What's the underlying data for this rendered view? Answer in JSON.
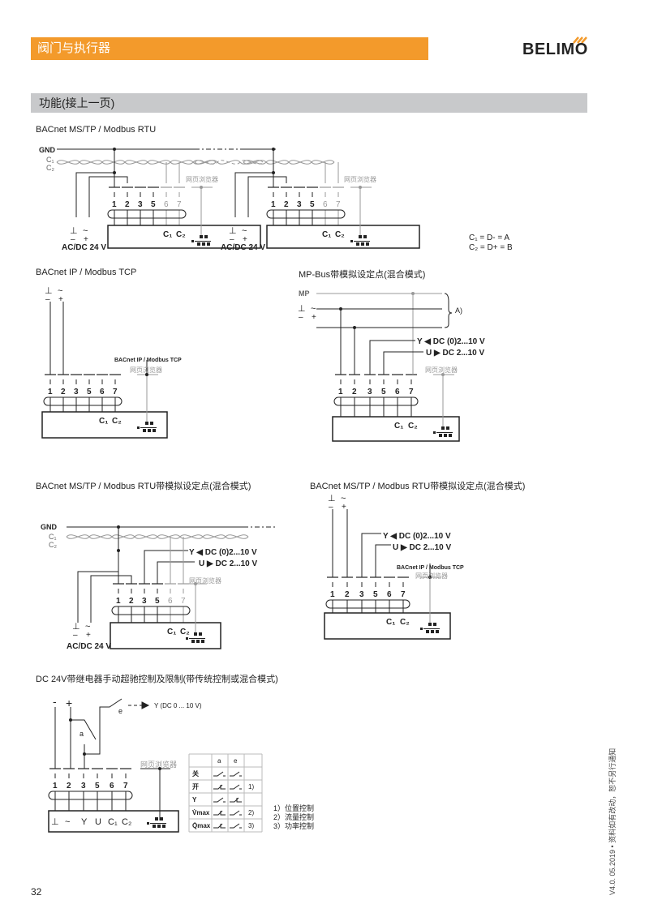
{
  "header": {
    "title": "阀门与执行器",
    "logo": "BELIMO",
    "accent": "#f39a2b"
  },
  "section": {
    "title": "功能(接上一页)"
  },
  "diagrams": {
    "d1": {
      "title": "BACnet MS/TP / Modbus RTU",
      "gnd": "GND",
      "c1": "C₁",
      "c2": "C₂",
      "web": "网页浏览器",
      "supply": "AC/DC 24 V",
      "legend1": "C₁ = D- = A",
      "legend2": "C₂ = D+ = B"
    },
    "d2": {
      "title": "BACnet IP / Modbus TCP",
      "net": "BACnet IP / Modbus TCP",
      "web": "网页浏览器"
    },
    "d3": {
      "title": "MP-Bus带模拟设定点(混合模式)",
      "mp": "MP",
      "a": "A)",
      "y": "Y ◀ DC (0)2...10 V",
      "u": "U ▶ DC 2...10 V",
      "web": "网页浏览器"
    },
    "d4": {
      "title": "BACnet MS/TP / Modbus RTU带模拟设定点(混合模式)",
      "gnd": "GND",
      "c1": "C₁",
      "c2": "C₂",
      "y": "Y ◀ DC (0)2...10 V",
      "u": "U ▶ DC 2...10 V",
      "web": "网页浏览器",
      "supply": "AC/DC 24 V"
    },
    "d5": {
      "title": "BACnet MS/TP / Modbus RTU带模拟设定点(混合模式)",
      "y": "Y ◀ DC (0)2...10 V",
      "u": "U ▶ DC 2...10 V",
      "net": "BACnet IP / Modbus TCP",
      "web": "网页浏览器"
    },
    "d6": {
      "title": "DC 24V带继电器手动超驰控制及限制(带传统控制或混合模式)",
      "minus": "-",
      "plus": "+",
      "e": "e",
      "a": "a",
      "ysig": "Y (DC 0 ... 10 V)",
      "web": "网页浏览器",
      "box_labels": [
        "⊥",
        "~",
        "Y",
        "U",
        "C₁",
        "C₂"
      ],
      "table": {
        "cols": [
          "a",
          "e"
        ],
        "rows": [
          {
            "label": "关",
            "note": ""
          },
          {
            "label": "开",
            "note": "1)"
          },
          {
            "label": "Y",
            "note": ""
          },
          {
            "label": "V̇max",
            "note": "2)"
          },
          {
            "label": "Q̇max",
            "note": "3)"
          }
        ]
      },
      "notes": [
        "1）位置控制",
        "2）流量控制",
        "3）功率控制"
      ]
    }
  },
  "terminals": [
    "1",
    "2",
    "3",
    "5",
    "6",
    "7"
  ],
  "box": {
    "c1": "C₁",
    "c2": "C₂"
  },
  "page_number": "32",
  "version": "V4.0. 05.2019 • 资料如有改动，恕不另行通知"
}
